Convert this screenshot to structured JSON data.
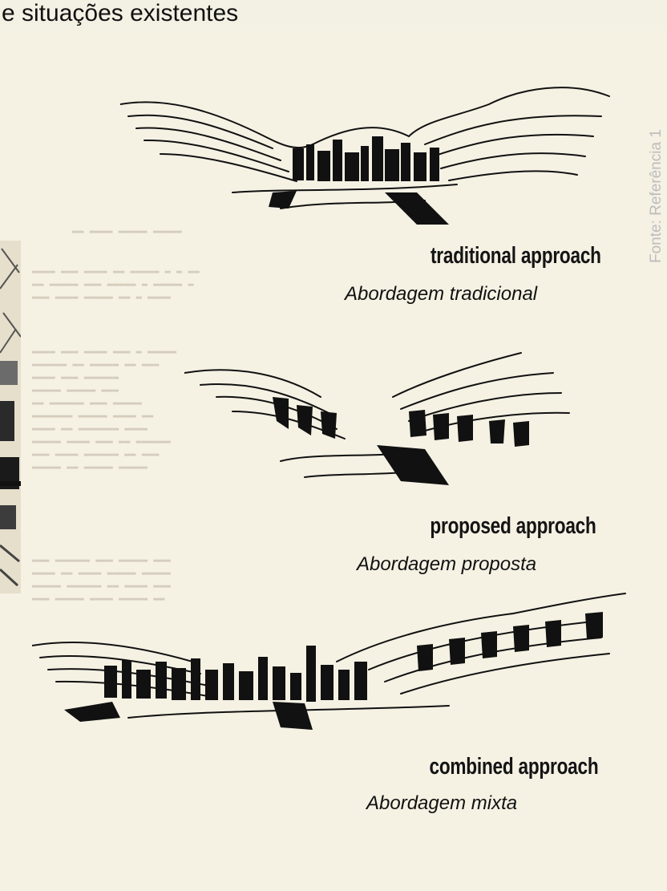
{
  "heading": "e situações existentes",
  "source": "Fonte: Referência 1",
  "approaches": [
    {
      "english": "traditional approach",
      "portuguese": "Abordagem tradicional"
    },
    {
      "english": "proposed approach",
      "portuguese": "Abordagem proposta"
    },
    {
      "english": "combined approach",
      "portuguese": "Abordagem mixta"
    }
  ],
  "colors": {
    "ink": "#111111",
    "paper": "#f5f1e3",
    "source_text": "#bdbdbd"
  }
}
